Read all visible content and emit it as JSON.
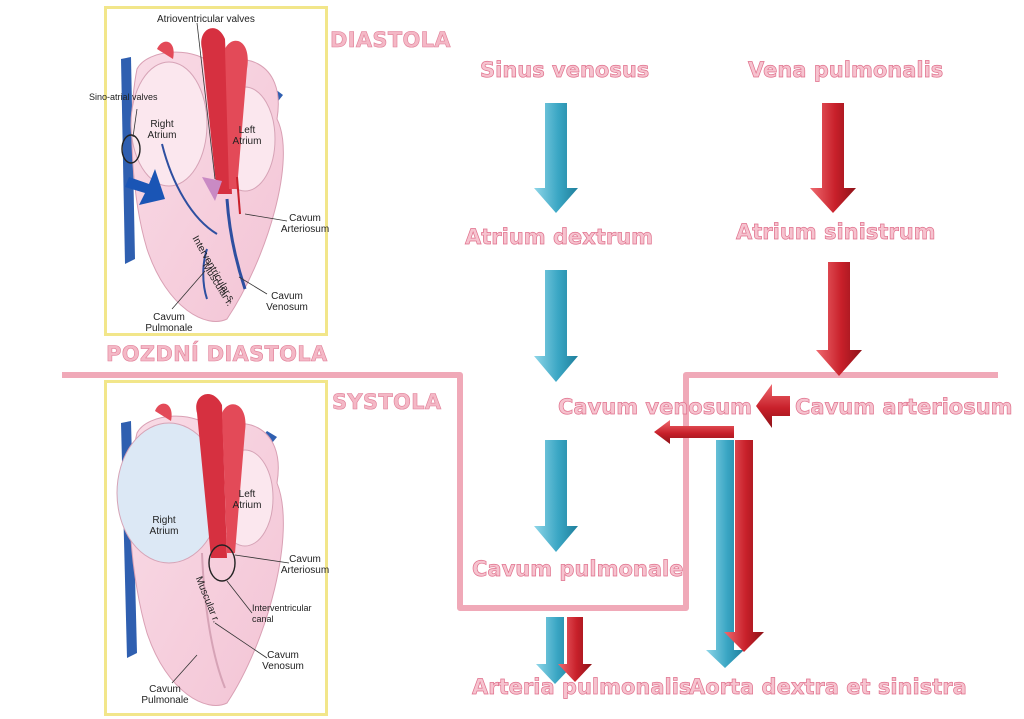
{
  "phases": {
    "diastola": "DIASTOLA",
    "pozdni_diastola": "POZDNÍ DIASTOLA",
    "systola": "SYSTOLA"
  },
  "top_diagram": {
    "atrioventricular_valves": "Atrioventricular valves",
    "sino_atrial_valves": "Sino-atrial valves",
    "right_atrium": "Right\nAtrium",
    "left_atrium": "Left\nAtrium",
    "cavum_arteriosum": "Cavum\nArteriosum",
    "interventricular_s": "Interventricular s.",
    "muscular_r": "Muscular r.",
    "cavum_venosum": "Cavum\nVenosum",
    "cavum_pulmonale": "Cavum\nPulmonale"
  },
  "bottom_diagram": {
    "right_atrium": "Right\nAtrium",
    "left_atrium": "Left\nAtrium",
    "cavum_arteriosum": "Cavum\nArteriosum",
    "interventricular_canal": "Interventricular\ncanal",
    "muscular_r": "Muscular r.",
    "cavum_venosum": "Cavum\nVenosum",
    "cavum_pulmonale": "Cavum\nPulmonale"
  },
  "flow": {
    "sinus_venosus": "Sinus venosus",
    "vena_pulmonalis": "Vena pulmonalis",
    "atrium_dextrum": "Atrium dextrum",
    "atrium_sinistrum": "Atrium sinistrum",
    "cavum_venosum": "Cavum venosum",
    "cavum_arteriosum": "Cavum arteriosum",
    "cavum_pulmonale": "Cavum pulmonale",
    "arteria_pulmonalis": "Arteria pulmonalis",
    "aorta": "Aorta dextra et sinistra"
  },
  "colors": {
    "venous_blue": "#3aa6c4",
    "arterial_red": "#c8202a",
    "title_pink": "#f4b8c6",
    "frame_pink": "#f0a9b8",
    "panel_border": "#f2e68a"
  }
}
